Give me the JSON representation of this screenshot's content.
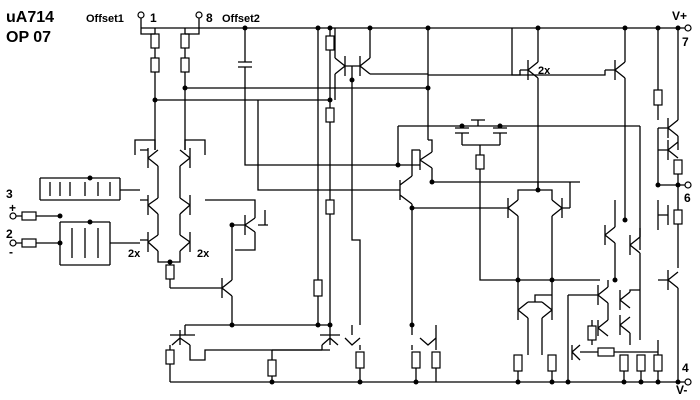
{
  "title_line1": "uA714",
  "title_line2": "OP 07",
  "pins": {
    "offset1_label": "Offset1",
    "offset1_num": "1",
    "offset2_num": "8",
    "offset2_label": "Offset2",
    "vplus_label": "V+",
    "vplus_num": "7",
    "out_num": "6",
    "vminus_num": "4",
    "vminus_label": "V-",
    "inplus_num": "3",
    "inplus_sign": "+",
    "inminus_num": "2",
    "inminus_sign": "-"
  },
  "transistor_labels": {
    "a": "2x",
    "b": "2x",
    "c": "2x"
  }
}
